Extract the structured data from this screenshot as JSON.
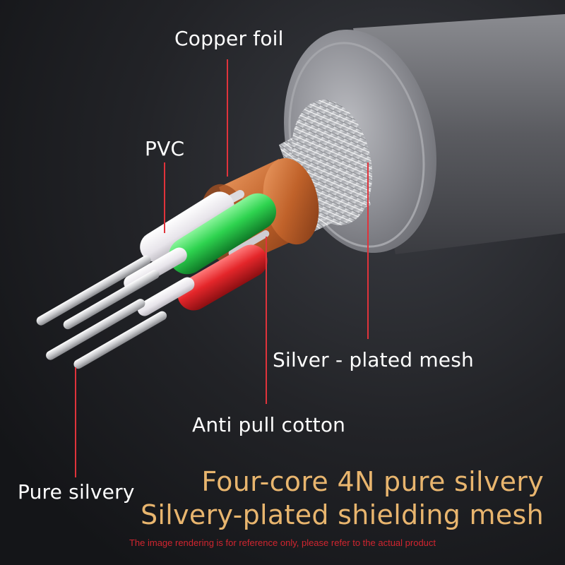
{
  "labels": {
    "copper_foil": "Copper foil",
    "pvc": "PVC",
    "silver_plated_mesh": "Silver - plated mesh",
    "anti_pull_cotton": "Anti pull cotton",
    "pure_silvery": "Pure silvery"
  },
  "headline": {
    "line1": "Four-core 4N pure silvery",
    "line2": "Silvery-plated shielding mesh"
  },
  "disclaimer": "The image rendering is for reference only, please refer to the actual product",
  "colors": {
    "background": "#1c1d21",
    "leader_line": "#e0333b",
    "headline_text": "#e8b56e",
    "copper_foil": "#c96a2c",
    "core_green": "#2ed34f",
    "core_red": "#e4262a",
    "jacket": "#6b6c72"
  }
}
